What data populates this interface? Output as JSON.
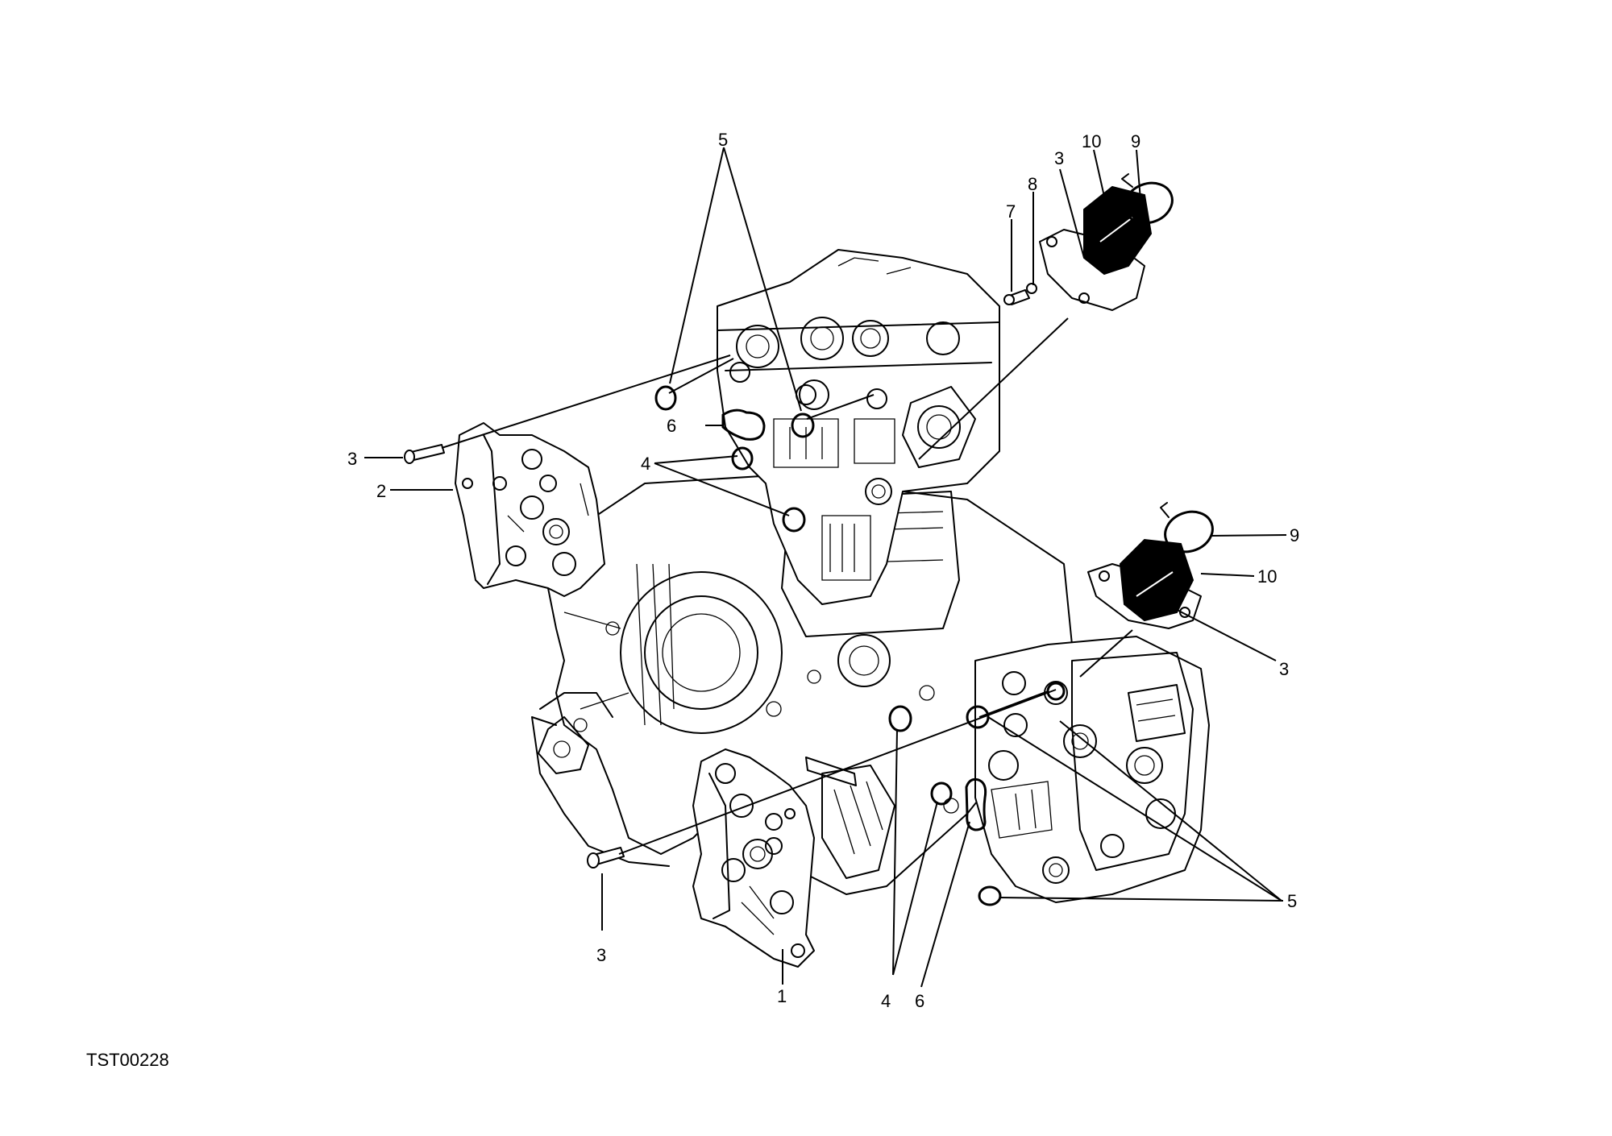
{
  "drawing_code": "TST00228",
  "callouts": {
    "c1": "1",
    "c2": "2",
    "c3_left": "3",
    "c3_bottom": "3",
    "c3_top": "3",
    "c3_right": "3",
    "c4_top": "4",
    "c4_bottom": "4",
    "c5_top": "5",
    "c5_bottom": "5",
    "c6_top": "6",
    "c6_bottom": "6",
    "c7": "7",
    "c8": "8",
    "c9_top": "9",
    "c9_right": "9",
    "c10_top": "10",
    "c10_right": "10"
  }
}
